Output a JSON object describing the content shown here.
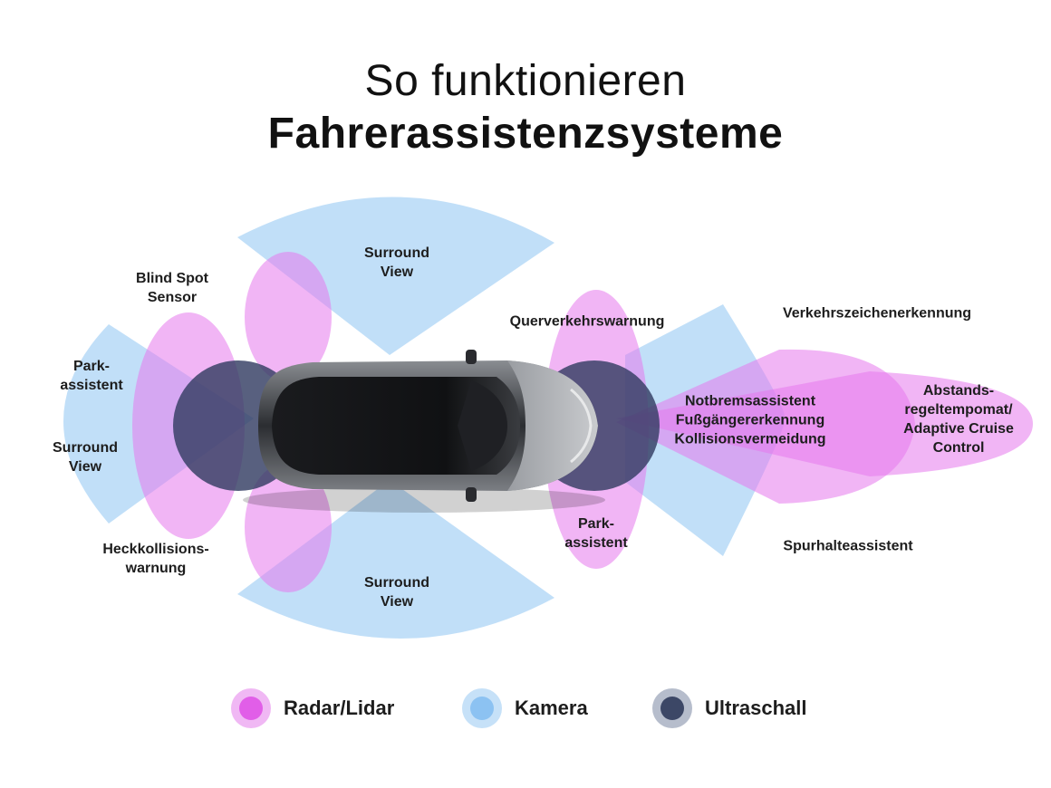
{
  "title": {
    "line1": "So funktionieren",
    "line2": "Fahrerassistenzsysteme"
  },
  "labels": {
    "blind_spot": "Blind Spot\nSensor",
    "surround_top": "Surround\nView",
    "surround_bottom": "Surround\nView",
    "surround_left": "Surround\nView",
    "park_left": "Park-\nassistent",
    "heck": "Heckkollisions-\nwarnung",
    "quer": "Querverkehrswarnung",
    "verkehrszeichen": "Verkehrszeichenerkennung",
    "notbrems": "Notbremsassistent\nFußgängererkennung\nKollisionsvermeidung",
    "abstand": "Abstands-\nregeltempomat/\nAdaptive Cruise\nControl",
    "park_right": "Park-\nassistent",
    "spurhalte": "Spurhalteassistent"
  },
  "legend": [
    {
      "label": "Radar/Lidar",
      "outer": "#f0b8f4",
      "inner": "#e15ee8"
    },
    {
      "label": "Kamera",
      "outer": "#c6e1f8",
      "inner": "#8cc2f2"
    },
    {
      "label": "Ultraschall",
      "outer": "#b6bdcc",
      "inner": "#3c4766"
    }
  ],
  "colors": {
    "radar": "#e579ec",
    "kamera": "#a9d2f5",
    "ultraschall": "#333d63"
  }
}
